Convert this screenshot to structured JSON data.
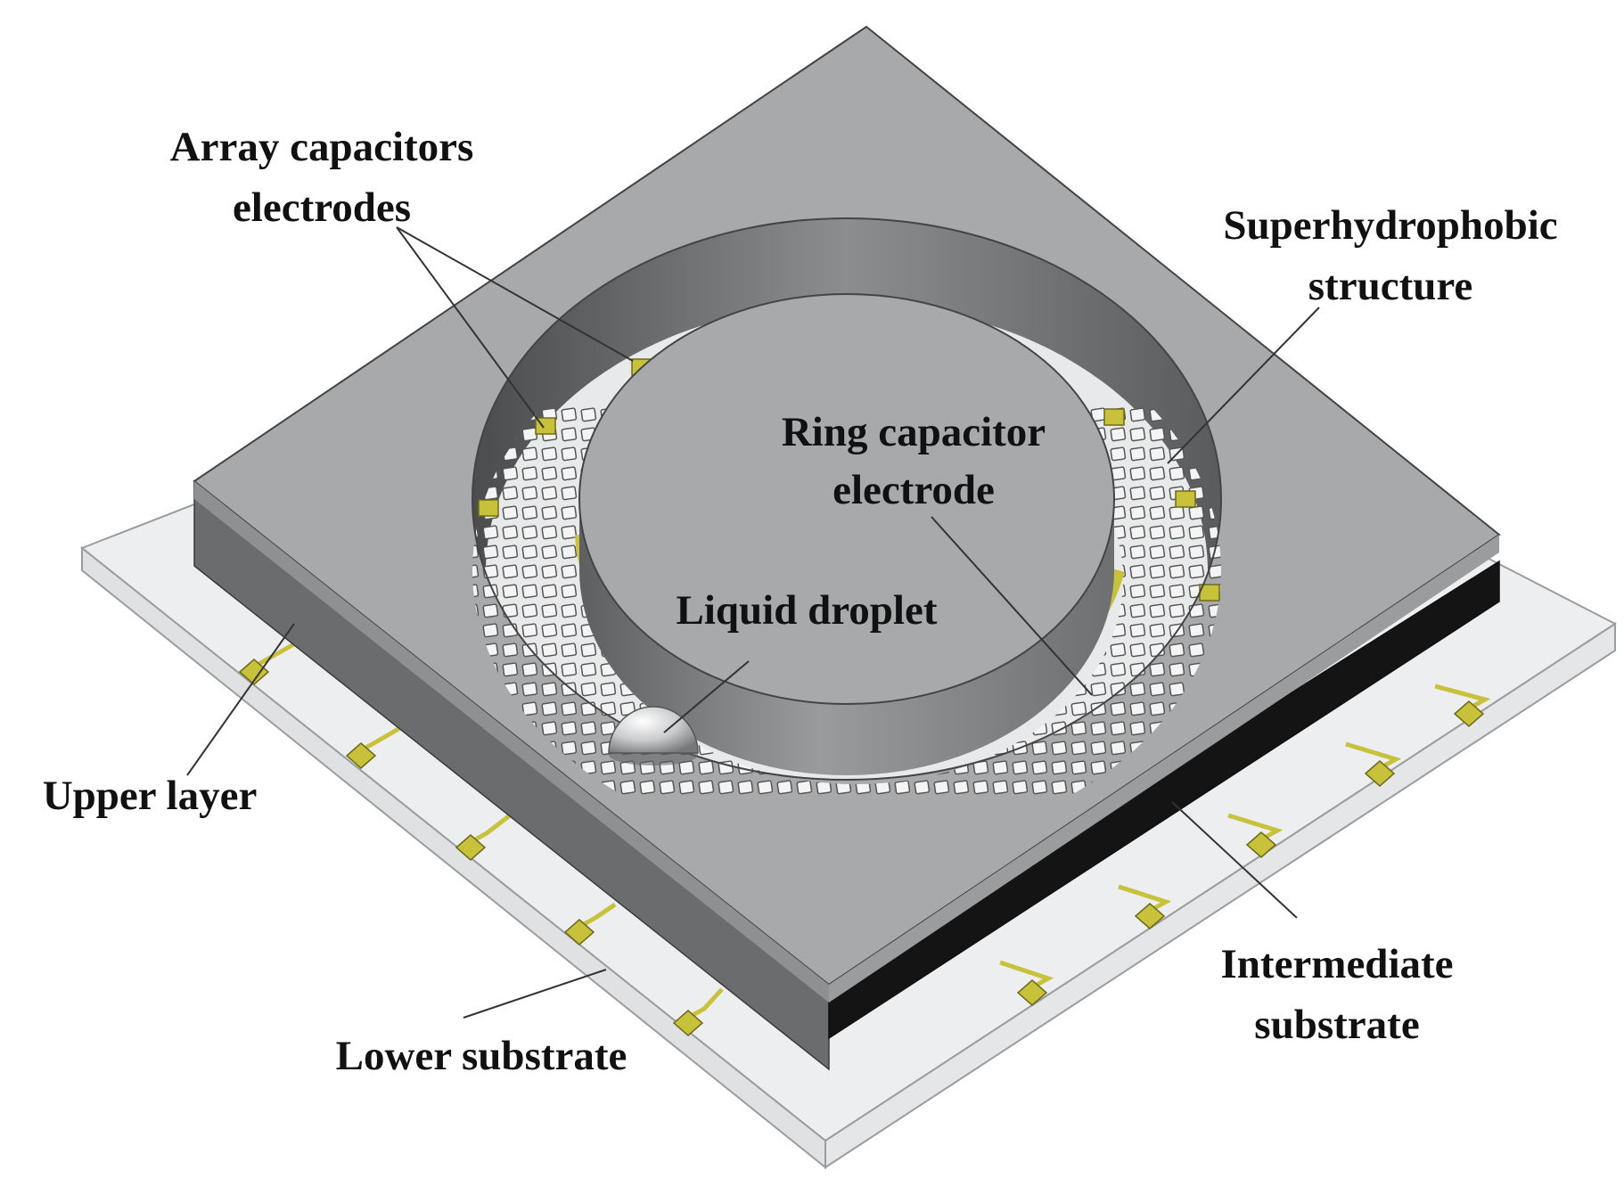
{
  "labels": {
    "array_capacitors_line1": "Array capacitors",
    "array_capacitors_line2": "electrodes",
    "superhydrophobic_line1": "Superhydrophobic",
    "superhydrophobic_line2": "structure",
    "ring_capacitor_line1": "Ring capacitor",
    "ring_capacitor_line2": "electrode",
    "liquid_droplet": "Liquid droplet",
    "upper_layer": "Upper layer",
    "intermediate_line1": "Intermediate",
    "intermediate_line2": "substrate",
    "lower_substrate": "Lower substrate"
  },
  "colors": {
    "top_surface": "#a7a9ab",
    "front_face": "#6b6c6e",
    "right_face": "#141414",
    "lower_substrate": "#eceef0",
    "electrode": "#c8c23a",
    "channel_floor": "#e8e9ea",
    "cell_outline": "#555555"
  }
}
